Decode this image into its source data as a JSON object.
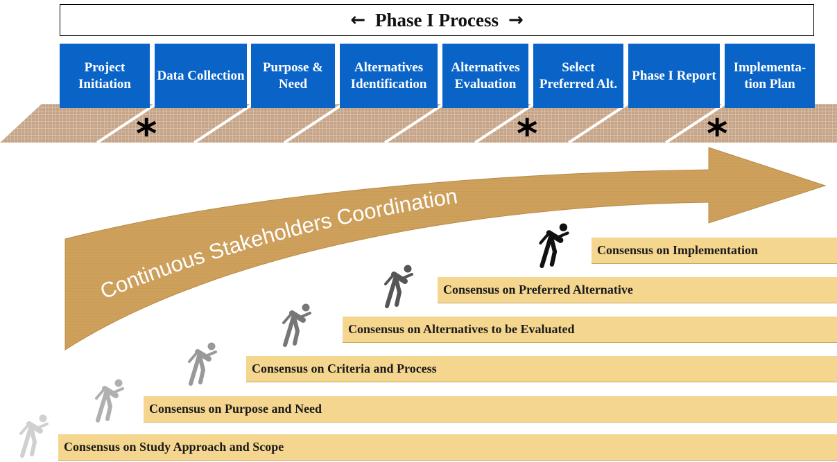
{
  "header": {
    "title": "Phase I Process",
    "left_arrow": "🡐",
    "right_arrow": "🡒"
  },
  "phases": [
    {
      "label": "Project Initiation"
    },
    {
      "label": "Data Collection"
    },
    {
      "label": "Purpose & Need"
    },
    {
      "label": "Alternatives Identification"
    },
    {
      "label": "Alternatives Evaluation"
    },
    {
      "label": "Select Preferred Alt."
    },
    {
      "label": "Phase I Report"
    },
    {
      "label": "Implementa-tion Plan"
    }
  ],
  "milestone_marker": "*",
  "arrow_label": "Continuous Stakeholders Coordination",
  "consensus_steps": [
    {
      "label": "Consensus on Study Approach and Scope"
    },
    {
      "label": "Consensus on Purpose and Need"
    },
    {
      "label": "Consensus on Criteria and Process"
    },
    {
      "label": "Consensus on Alternatives to be Evaluated"
    },
    {
      "label": "Consensus on Preferred Alternative"
    },
    {
      "label": "Consensus on Implementation"
    }
  ],
  "colors": {
    "phase_box": "#0a64c8",
    "arrow": "#cda05c",
    "step": "#f5d68f",
    "band": "#c8a98a"
  }
}
